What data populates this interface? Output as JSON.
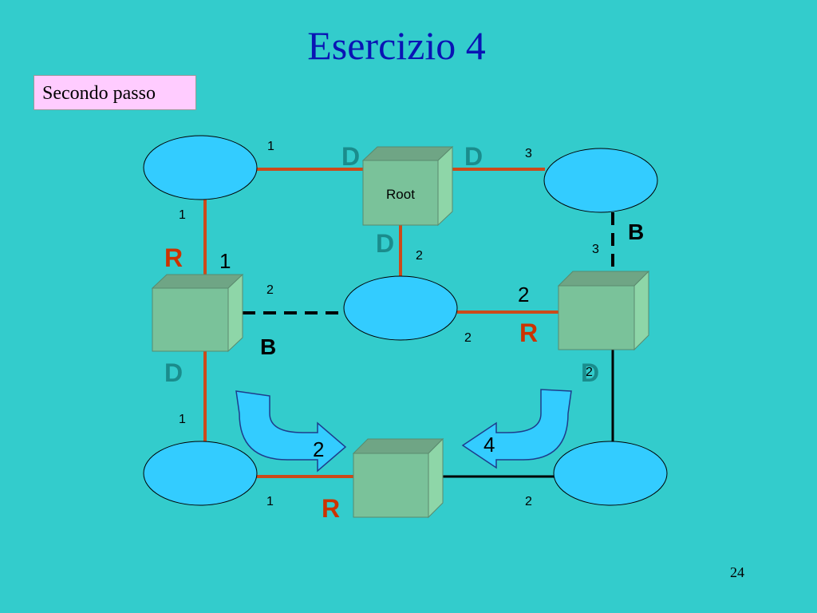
{
  "slide": {
    "title": "Esercizio 4",
    "subtitle": "Secondo passo",
    "page_number": "24"
  },
  "colors": {
    "background": "#33CCCC",
    "lan": "#33CCFF",
    "bridge_face": "#7AC29A",
    "active_link": "#CC4A1A",
    "blocked_link": "#000000",
    "designated_label": "#1A8C8C",
    "root_label": "#CC3300",
    "blocked_label": "#000000"
  },
  "diagram": {
    "root_bridge_label": "Root",
    "port_labels": {
      "top_left_right": "1",
      "top_left_down": "1",
      "root_right": "3",
      "top_right_down": "3",
      "root_down": "2",
      "left_bridge_up": "1",
      "left_bridge_right": "2",
      "right_bridge_left": "2",
      "center_lan_right": "2",
      "right_bridge_down": "2",
      "left_bridge_down": "1",
      "bottom_left_right": "1",
      "bottom_right_left": "2"
    },
    "role_labels": {
      "d_top_left": "D",
      "d_top_right": "D",
      "d_root_down": "D",
      "b_top_right": "B",
      "r_left": "R",
      "b_center": "B",
      "r_right": "R",
      "d_left_bottom": "D",
      "d_right_bottom": "D",
      "r_bottom": "R"
    },
    "arrow_labels": {
      "left_arrow": "2",
      "right_arrow": "4"
    }
  }
}
